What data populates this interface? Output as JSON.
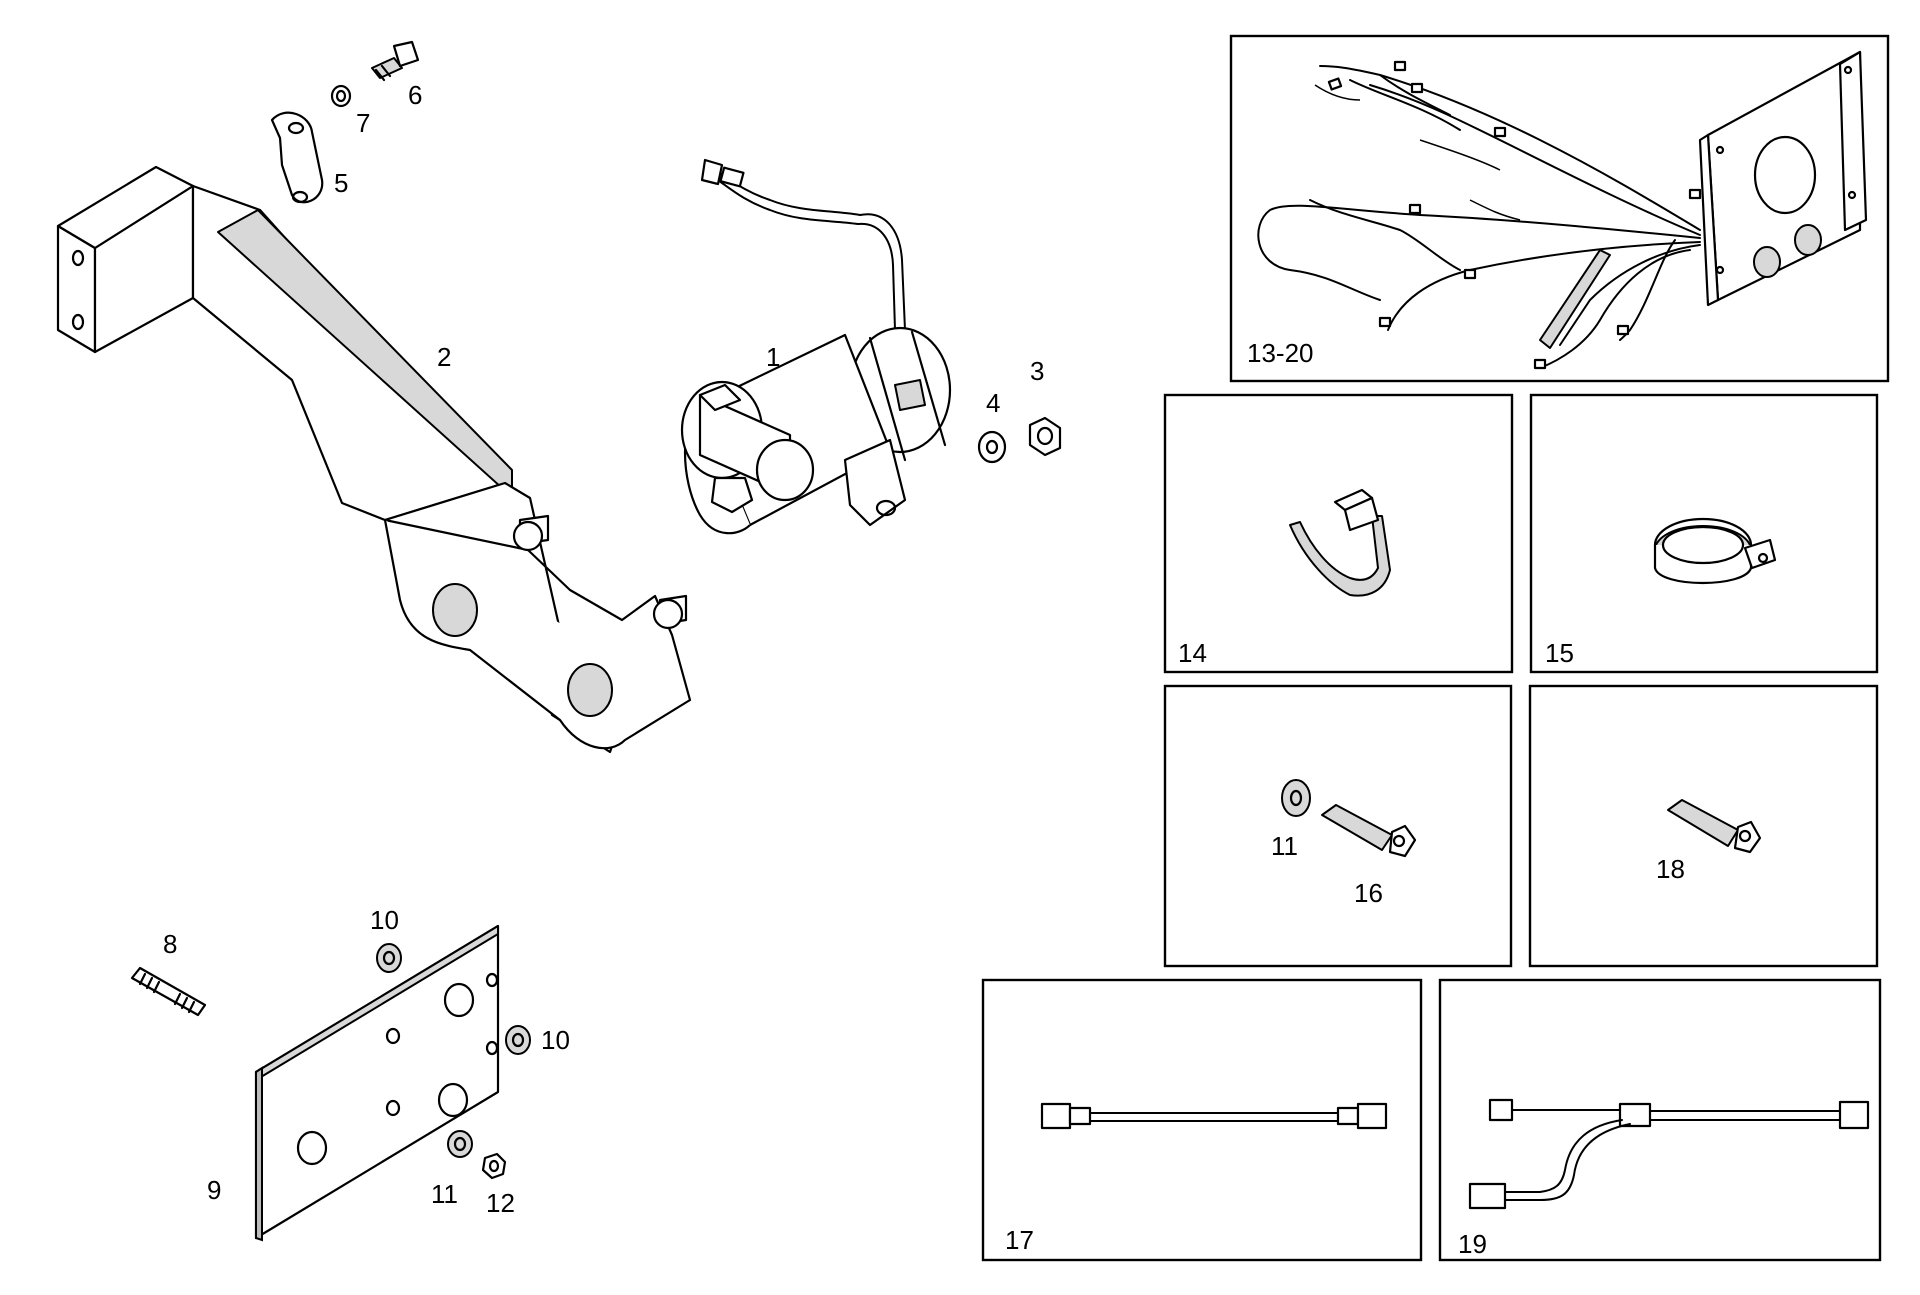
{
  "labels": {
    "l1": "1",
    "l2": "2",
    "l3": "3",
    "l4": "4",
    "l5": "5",
    "l6": "6",
    "l7": "7",
    "l8": "8",
    "l9": "9",
    "l10a": "10",
    "l10b": "10",
    "l11a": "11",
    "l12": "12",
    "p13_20": "13-20",
    "p14": "14",
    "p15": "15",
    "l11b": "11",
    "l16": "16",
    "l18": "18",
    "p17": "17",
    "p19": "19"
  }
}
